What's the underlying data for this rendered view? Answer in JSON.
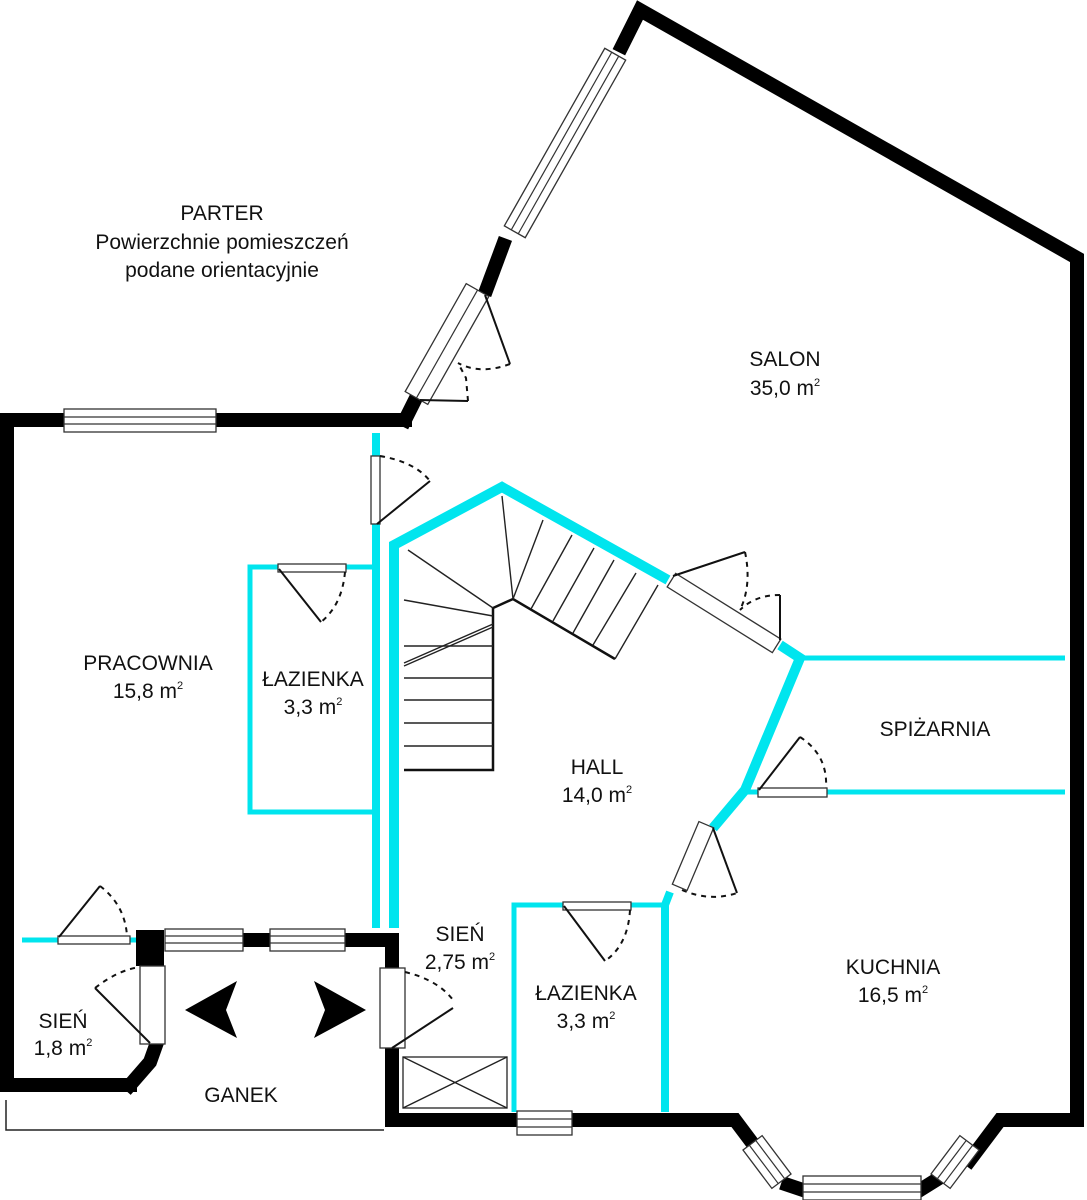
{
  "header": {
    "title": "PARTER",
    "note_line1": "Powierzchnie pomieszczeń",
    "note_line2": "podane orientacyjnie"
  },
  "unit": "m",
  "unit_exp": "2",
  "colors": {
    "partition": "#00e5ee",
    "wall": "#000000",
    "text": "#111111"
  },
  "rooms": {
    "salon": {
      "name": "SALON",
      "area": "35,0"
    },
    "pracownia": {
      "name": "PRACOWNIA",
      "area": "15,8"
    },
    "lazienka_1": {
      "name": "ŁAZIENKA",
      "area": "3,3"
    },
    "hall": {
      "name": "HALL",
      "area": "14,0"
    },
    "spizarnia": {
      "name": "SPIŻARNIA"
    },
    "sien_1": {
      "name": "SIEŃ",
      "area": "2,75"
    },
    "lazienka_2": {
      "name": "ŁAZIENKA",
      "area": "3,3"
    },
    "kuchnia": {
      "name": "KUCHNIA",
      "area": "16,5"
    },
    "sien_2": {
      "name": "SIEŃ",
      "area": "1,8"
    },
    "ganek": {
      "name": "GANEK"
    }
  },
  "icons": {
    "entrance_left": "arrow-left-icon",
    "entrance_right": "arrow-right-icon",
    "chimney": "shaft-cross-icon",
    "stairs": "staircase-icon"
  }
}
